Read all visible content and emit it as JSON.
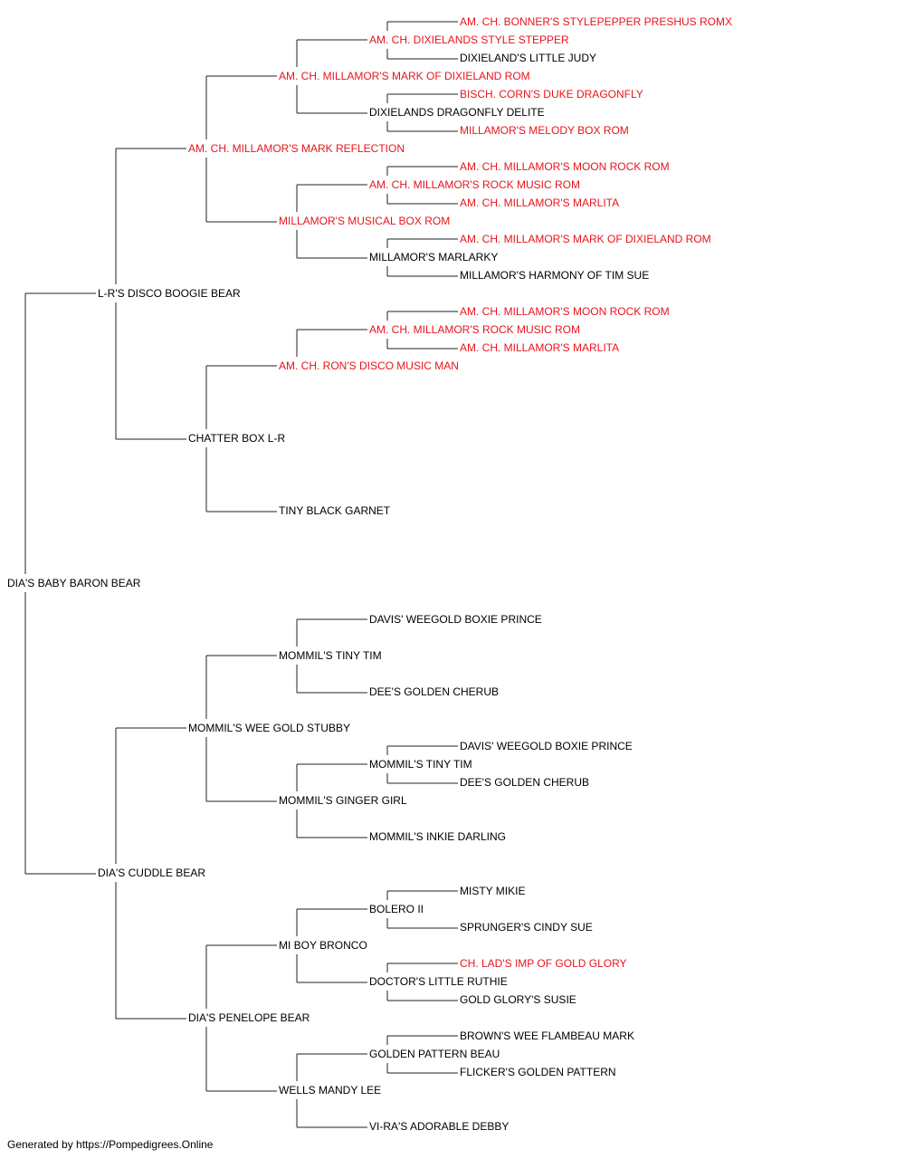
{
  "colors": {
    "champion": "#e8141c",
    "regular": "#000000",
    "line": "#222222"
  },
  "pedigree": {
    "name": "DIA'S BABY BARON BEAR",
    "champion": false,
    "sire": {
      "name": "L-R'S DISCO BOOGIE BEAR",
      "champion": false,
      "sire": {
        "name": "AM. CH. MILLAMOR'S MARK REFLECTION",
        "champion": true,
        "sire": {
          "name": "AM. CH. MILLAMOR'S MARK OF DIXIELAND ROM",
          "champion": true,
          "sire": {
            "name": "AM. CH. DIXIELANDS STYLE STEPPER",
            "champion": true,
            "sire": {
              "name": "AM. CH. BONNER'S STYLEPEPPER PRESHUS ROMX",
              "champion": true
            },
            "dam": {
              "name": "DIXIELAND'S LITTLE JUDY",
              "champion": false
            }
          },
          "dam": {
            "name": "DIXIELANDS DRAGONFLY DELITE",
            "champion": false,
            "sire": {
              "name": "BISCH. CORN'S DUKE DRAGONFLY",
              "champion": true
            },
            "dam": {
              "name": "MILLAMOR'S MELODY BOX ROM",
              "champion": true
            }
          }
        },
        "dam": {
          "name": "MILLAMOR'S MUSICAL BOX ROM",
          "champion": true,
          "sire": {
            "name": "AM. CH. MILLAMOR'S ROCK MUSIC ROM",
            "champion": true,
            "sire": {
              "name": "AM. CH. MILLAMOR'S MOON ROCK ROM",
              "champion": true
            },
            "dam": {
              "name": "AM. CH. MILLAMOR'S MARLITA",
              "champion": true
            }
          },
          "dam": {
            "name": "MILLAMOR'S MARLARKY",
            "champion": false,
            "sire": {
              "name": "AM. CH. MILLAMOR'S MARK OF DIXIELAND ROM",
              "champion": true
            },
            "dam": {
              "name": "MILLAMOR'S HARMONY OF TIM SUE",
              "champion": false
            }
          }
        }
      },
      "dam": {
        "name": "CHATTER BOX L-R",
        "champion": false,
        "sire": {
          "name": "AM. CH. RON'S DISCO MUSIC MAN",
          "champion": true,
          "sire": {
            "name": "AM. CH. MILLAMOR'S ROCK MUSIC ROM",
            "champion": true,
            "sire": {
              "name": "AM. CH. MILLAMOR'S MOON ROCK ROM",
              "champion": true
            },
            "dam": {
              "name": "AM. CH. MILLAMOR'S MARLITA",
              "champion": true
            }
          }
        },
        "dam": {
          "name": "TINY BLACK GARNET",
          "champion": false
        }
      }
    },
    "dam": {
      "name": "DIA'S CUDDLE BEAR",
      "champion": false,
      "sire": {
        "name": "MOMMIL'S WEE GOLD STUBBY",
        "champion": false,
        "sire": {
          "name": "MOMMIL'S TINY TIM",
          "champion": false,
          "sire": {
            "name": "DAVIS' WEEGOLD BOXIE PRINCE",
            "champion": false
          },
          "dam": {
            "name": "DEE'S GOLDEN CHERUB",
            "champion": false
          }
        },
        "dam": {
          "name": "MOMMIL'S GINGER GIRL",
          "champion": false,
          "sire": {
            "name": "MOMMIL'S TINY TIM",
            "champion": false,
            "sire": {
              "name": "DAVIS' WEEGOLD BOXIE PRINCE",
              "champion": false
            },
            "dam": {
              "name": "DEE'S GOLDEN CHERUB",
              "champion": false
            }
          },
          "dam": {
            "name": "MOMMIL'S INKIE DARLING",
            "champion": false
          }
        }
      },
      "dam": {
        "name": "DIA'S PENELOPE BEAR",
        "champion": false,
        "sire": {
          "name": "MI BOY BRONCO",
          "champion": false,
          "sire": {
            "name": "BOLERO II",
            "champion": false,
            "sire": {
              "name": "MISTY MIKIE",
              "champion": false
            },
            "dam": {
              "name": "SPRUNGER'S CINDY SUE",
              "champion": false
            }
          },
          "dam": {
            "name": "DOCTOR'S LITTLE RUTHIE",
            "champion": false,
            "sire": {
              "name": "CH. LAD'S IMP OF GOLD GLORY",
              "champion": true
            },
            "dam": {
              "name": "GOLD GLORY'S SUSIE",
              "champion": false
            }
          }
        },
        "dam": {
          "name": "WELLS MANDY LEE",
          "champion": false,
          "sire": {
            "name": "GOLDEN PATTERN BEAU",
            "champion": false,
            "sire": {
              "name": "BROWN'S WEE FLAMBEAU MARK",
              "champion": false
            },
            "dam": {
              "name": "FLICKER'S GOLDEN PATTERN",
              "champion": false
            }
          },
          "dam": {
            "name": "VI-RA'S ADORABLE DEBBY",
            "champion": false
          }
        }
      }
    }
  },
  "footer": "Generated by https://Pompedigrees.Online"
}
